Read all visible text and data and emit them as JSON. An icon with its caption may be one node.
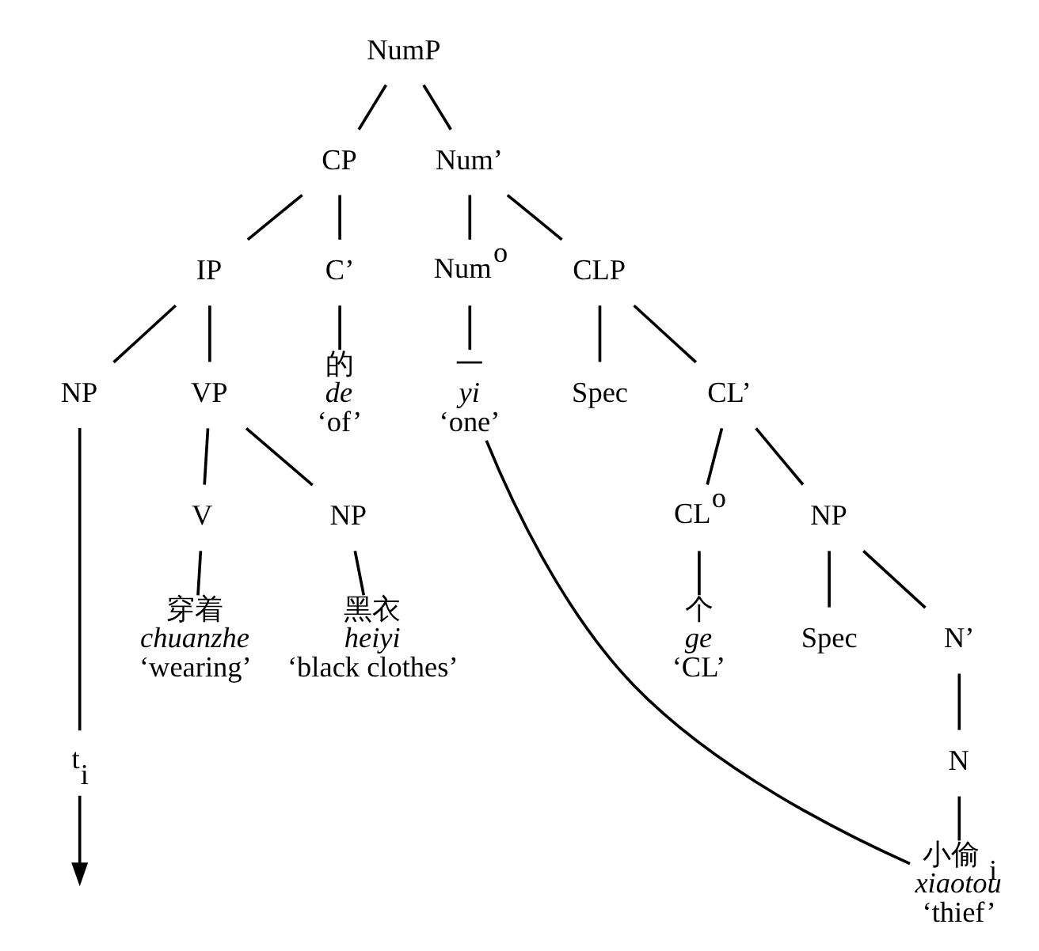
{
  "diagram": {
    "nodes": [
      {
        "text": [
          "NumP"
        ]
      },
      {
        "text": [
          "CP"
        ]
      },
      {
        "text": [
          "Num’"
        ]
      },
      {
        "text": [
          "IP"
        ]
      },
      {
        "text": [
          "C’"
        ]
      },
      {
        "text": [
          "Num$^{o}$"
        ]
      },
      {
        "text": [
          "CLP"
        ]
      },
      {
        "text": [
          "NP"
        ]
      },
      {
        "text": [
          "VP"
        ]
      },
      {
        "text": [
          "的",
          "de",
          "‘of’"
        ]
      },
      {
        "text": [
          "一",
          "yi",
          "‘one’"
        ]
      },
      {
        "text": [
          "Spec"
        ]
      },
      {
        "text": [
          "CL’"
        ]
      },
      {
        "text": [
          "t$_{i}$"
        ]
      },
      {
        "text": [
          "V"
        ]
      },
      {
        "text": [
          "NP"
        ]
      },
      {
        "text": [
          "CL$^{o}$"
        ]
      },
      {
        "text": [
          "NP"
        ]
      },
      {
        "text": [
          "穿着",
          "chuanzhe",
          "‘wearing’"
        ]
      },
      {
        "text": [
          "黑衣",
          "heiyi",
          "‘black clothes’"
        ]
      },
      {
        "text": [
          "个",
          "ge",
          "‘CL’"
        ]
      },
      {
        "text": [
          "Spec"
        ]
      },
      {
        "text": [
          "N’"
        ]
      },
      {
        "text": [
          "N"
        ]
      },
      {
        "text": [
          "小偷 $_{i}$",
          "xiaotou",
          "‘thief’"
        ]
      }
    ],
    "edges": [
      {
        "from": 0,
        "to": 1,
        "arrow": "none"
      },
      {
        "from": 0,
        "to": 2,
        "arrow": "none"
      },
      {
        "from": 1,
        "to": 3,
        "arrow": "none"
      },
      {
        "from": 1,
        "to": 4,
        "arrow": "none"
      },
      {
        "from": 2,
        "to": 5,
        "arrow": "none"
      },
      {
        "from": 2,
        "to": 6,
        "arrow": "none"
      },
      {
        "from": 3,
        "to": 7,
        "arrow": "none"
      },
      {
        "from": 3,
        "to": 8,
        "arrow": "none"
      },
      {
        "from": 4,
        "to": 9,
        "arrow": "none"
      },
      {
        "from": 5,
        "to": 10,
        "arrow": "none"
      },
      {
        "from": 6,
        "to": 11,
        "arrow": "none"
      },
      {
        "from": 6,
        "to": 12,
        "arrow": "none"
      },
      {
        "from": 7,
        "to": 13,
        "arrow": "none"
      },
      {
        "from": 8,
        "to": 14,
        "arrow": "none"
      },
      {
        "from": 8,
        "to": 15,
        "arrow": "none"
      },
      {
        "from": 12,
        "to": 16,
        "arrow": "none"
      },
      {
        "from": 12,
        "to": 17,
        "arrow": "none"
      },
      {
        "from": 14,
        "to": 18,
        "arrow": "none"
      },
      {
        "from": 15,
        "to": 19,
        "arrow": "none"
      },
      {
        "from": 16,
        "to": 20,
        "arrow": "none"
      },
      {
        "from": 17,
        "to": 21,
        "arrow": "none"
      },
      {
        "from": 17,
        "to": 22,
        "arrow": "none"
      },
      {
        "from": 22,
        "to": 23,
        "arrow": "none"
      },
      {
        "from": 23,
        "to": 24,
        "arrow": "none"
      },
      {
        "from": 10,
        "to": 24,
        "arrow": "none"
      },
      {
        "from": 13,
        "to": null,
        "arrow": "to"
      }
    ]
  }
}
